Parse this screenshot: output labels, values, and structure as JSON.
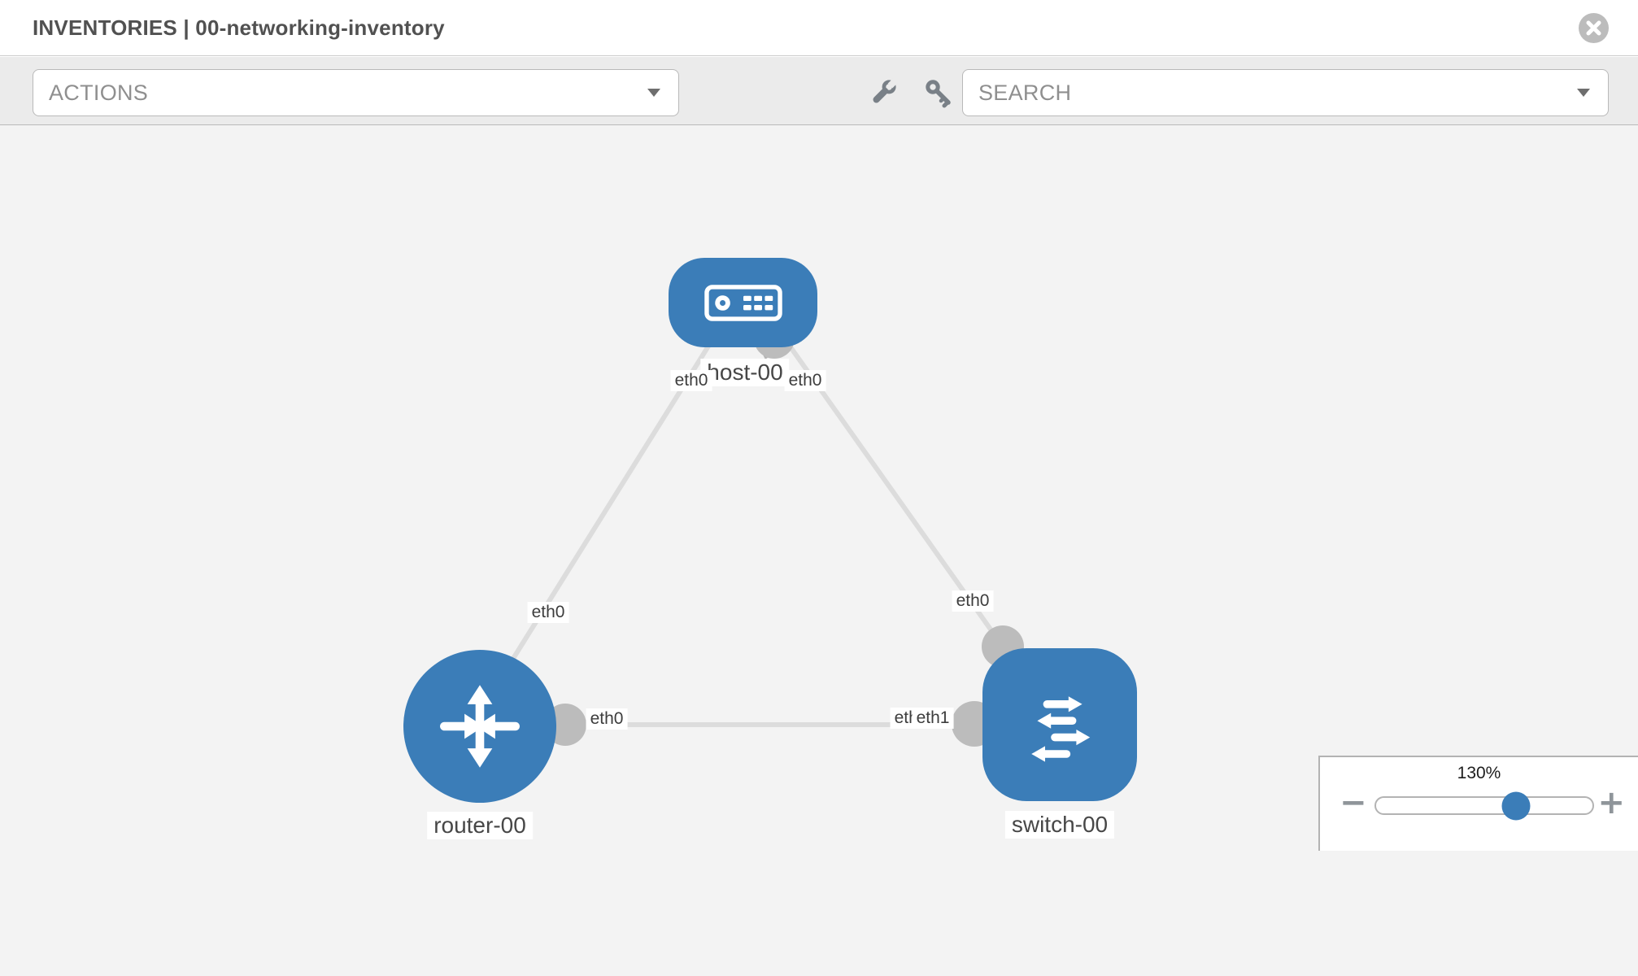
{
  "header": {
    "title": "INVENTORIES | 00-networking-inventory"
  },
  "toolbar": {
    "actions_label": "ACTIONS",
    "search_placeholder": "SEARCH"
  },
  "colors": {
    "node_blue": "#3b7db8",
    "link_gray": "#dcdcdc",
    "interface_gray": "#bcbcbc",
    "canvas_bg": "#f3f3f3",
    "toolbar_bg": "#ebebeb"
  },
  "topology": {
    "nodes": [
      {
        "id": "host-00",
        "label": "host-00",
        "type": "host"
      },
      {
        "id": "router-00",
        "label": "router-00",
        "type": "router"
      },
      {
        "id": "switch-00",
        "label": "switch-00",
        "type": "switch"
      }
    ],
    "links": [
      {
        "from": "host-00",
        "from_port": "eth0",
        "to": "router-00",
        "to_port": "eth0"
      },
      {
        "from": "host-00",
        "from_port": "eth0",
        "to": "switch-00",
        "to_port": "eth0"
      },
      {
        "from": "router-00",
        "from_port": "eth0",
        "to": "switch-00",
        "to_port": "eth1"
      }
    ],
    "overlapped_port_label": "eth0"
  },
  "zoom_control": {
    "value_label": "130%",
    "minus_label": "−",
    "plus_label": "+",
    "percent": 65
  }
}
